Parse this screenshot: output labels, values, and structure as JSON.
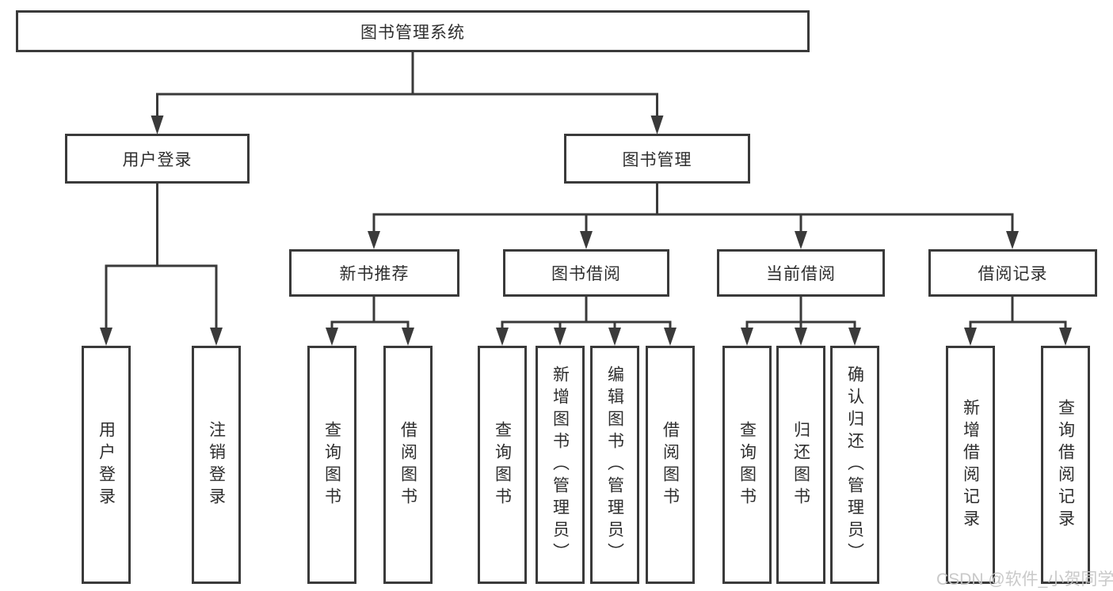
{
  "colors": {
    "line": "#3a3a3a",
    "text": "#2e2e2e",
    "background": "#ffffff",
    "watermark": "#c4c4c4"
  },
  "watermark": {
    "text": "CSDN @软件_小贺同学"
  },
  "tree": {
    "root": {
      "label": "图书管理系统",
      "children": [
        {
          "label": "用户登录",
          "children": [
            {
              "label": "用户登录"
            },
            {
              "label": "注销登录"
            }
          ]
        },
        {
          "label": "图书管理",
          "children": [
            {
              "label": "新书推荐",
              "children": [
                {
                  "label": "查询图书"
                },
                {
                  "label": "借阅图书"
                }
              ]
            },
            {
              "label": "图书借阅",
              "children": [
                {
                  "label": "查询图书"
                },
                {
                  "label": "新增图书（管理员）"
                },
                {
                  "label": "编辑图书（管理员）"
                },
                {
                  "label": "借阅图书"
                }
              ]
            },
            {
              "label": "当前借阅",
              "children": [
                {
                  "label": "查询图书"
                },
                {
                  "label": "归还图书"
                },
                {
                  "label": "确认归还（管理员）"
                }
              ]
            },
            {
              "label": "借阅记录",
              "children": [
                {
                  "label": "新增借阅记录"
                },
                {
                  "label": "查询借阅记录"
                }
              ]
            }
          ]
        }
      ]
    }
  }
}
